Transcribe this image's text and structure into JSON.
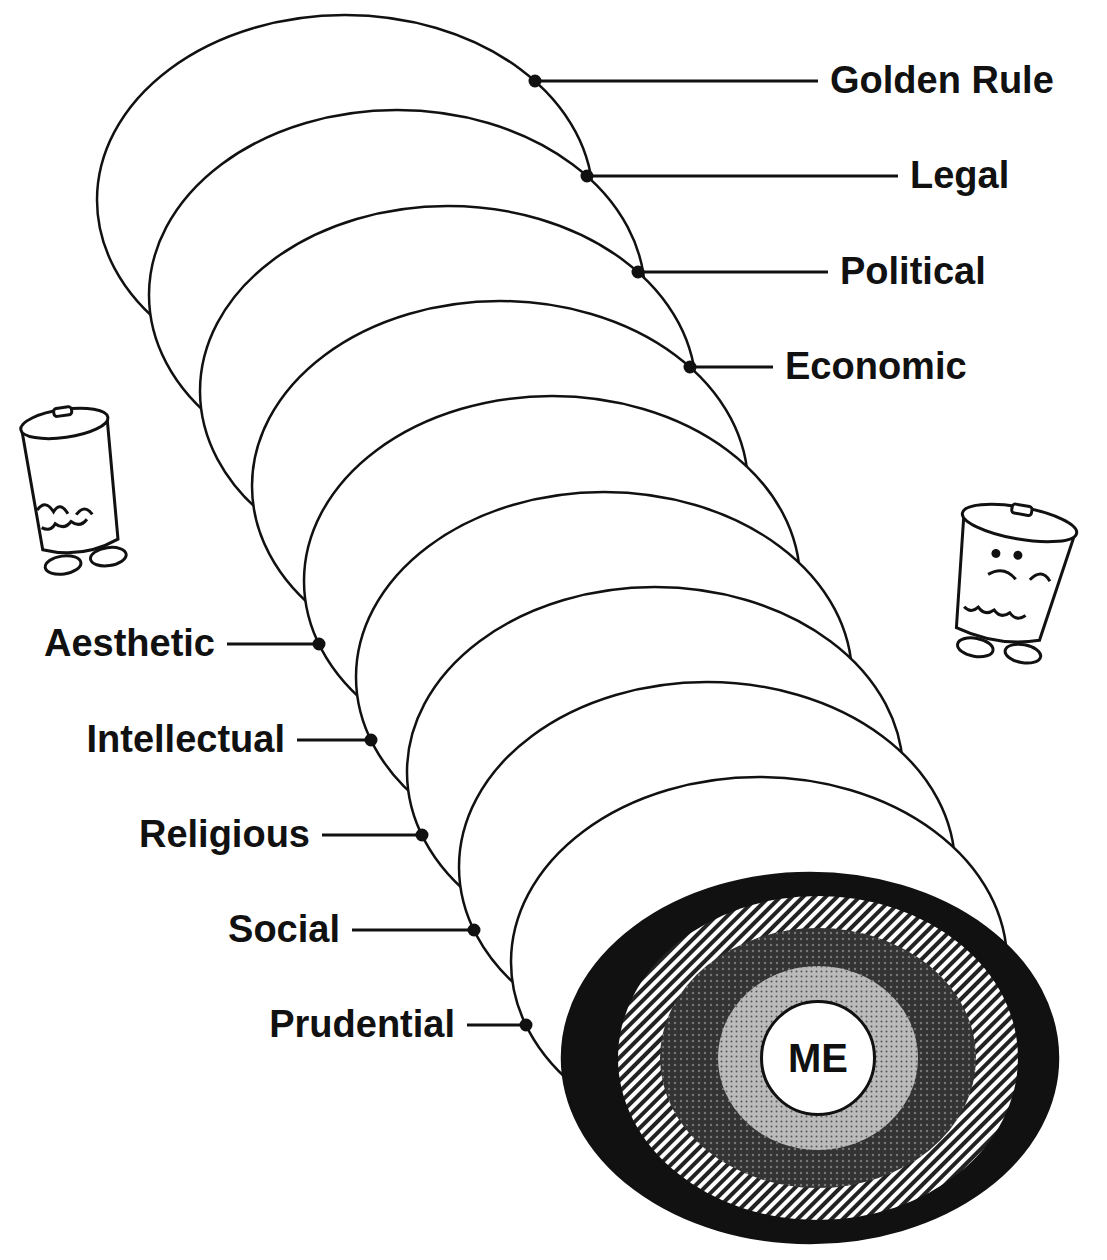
{
  "diagram": {
    "nodes": [
      {
        "text": [
          "ME"
        ]
      }
    ],
    "labels": [
      "Golden Rule",
      "Legal",
      "Political",
      "Economic",
      "Aesthetic",
      "Intellectual",
      "Religious",
      "Social",
      "Prudential"
    ]
  }
}
